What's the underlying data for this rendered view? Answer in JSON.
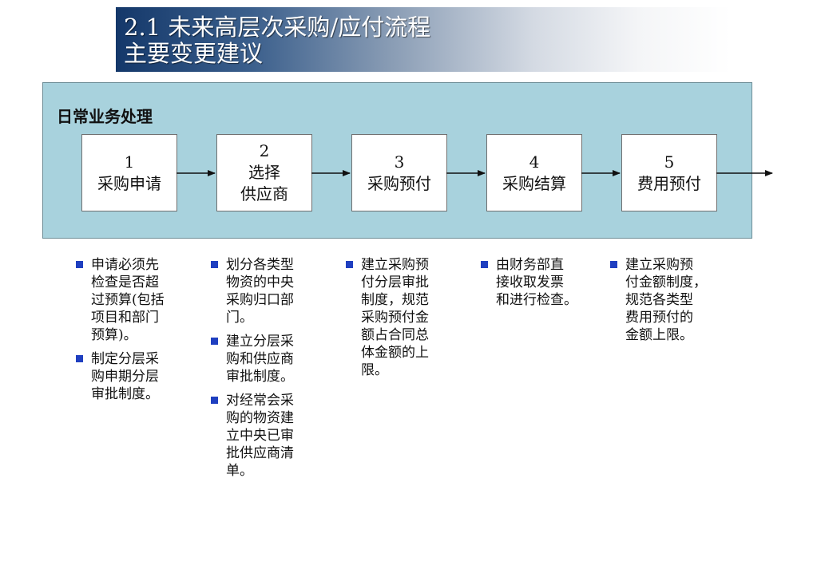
{
  "title": {
    "line1": "2.1 未来高层次采购/应付流程",
    "line2": "主要变更建议"
  },
  "colors": {
    "banner_dark": "#14386a",
    "panel_background": "#a8d2dd",
    "bullet": "#1f3fc0",
    "arrow": "#111111"
  },
  "process": {
    "label": "日常业务处理",
    "steps": [
      {
        "number": "1",
        "name": "采购申请"
      },
      {
        "number": "2",
        "name": "选择\n供应商"
      },
      {
        "number": "3",
        "name": "采购预付"
      },
      {
        "number": "4",
        "name": "采购结算"
      },
      {
        "number": "5",
        "name": "费用预付"
      }
    ]
  },
  "notes": [
    {
      "items": [
        "申请必须先\n检查是否超\n过预算(包括\n项目和部门\n预算)。",
        "制定分层采\n购申期分层\n审批制度。"
      ]
    },
    {
      "items": [
        "划分各类型\n物资的中央\n采购归口部\n门。",
        "建立分层采\n购和供应商\n审批制度。",
        "对经常会采\n购的物资建\n立中央已审\n批供应商清\n单。"
      ]
    },
    {
      "items": [
        "建立采购预\n付分层审批\n制度，规范\n采购预付金\n额占合同总\n体金额的上\n限。"
      ]
    },
    {
      "items": [
        "由财务部直\n接收取发票\n和进行检查。"
      ]
    },
    {
      "items": [
        "建立采购预\n付金额制度，\n规范各类型\n费用预付的\n金额上限。"
      ]
    }
  ]
}
